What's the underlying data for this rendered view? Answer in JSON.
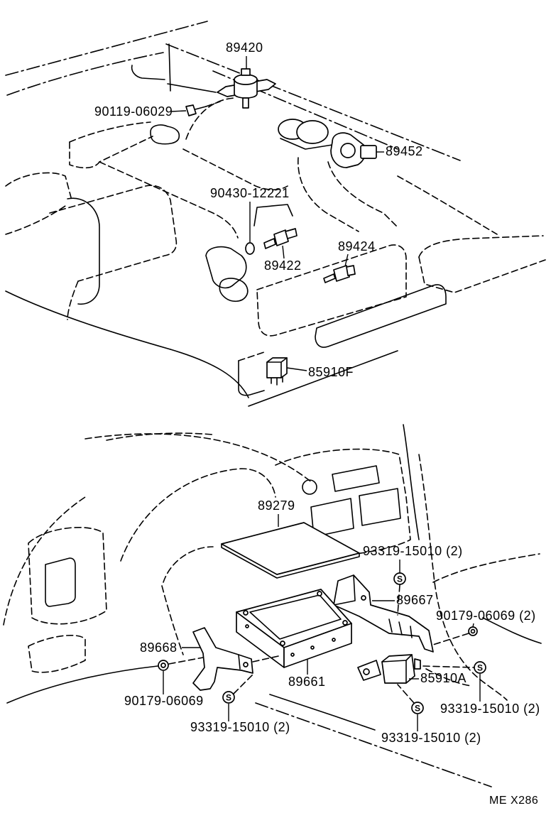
{
  "diagram": {
    "upper": {
      "p89420": "89420",
      "p90119": "90119-06029",
      "p89452": "89452",
      "p90430": "90430-12221",
      "p89424": "89424",
      "p89422": "89422",
      "p85910F": "85910F"
    },
    "lower": {
      "p89279": "89279",
      "p93319_top": "93319-15010 (2)",
      "p89667": "89667",
      "p90179_right": "90179-06069 (2)",
      "p89668": "89668",
      "p89661": "89661",
      "p85910A": "85910A",
      "p90179_left": "90179-06069",
      "p93319_right": "93319-15010 (2)",
      "p93319_bottom_left": "93319-15010 (2)",
      "p93319_bottom_mid": "93319-15010 (2)"
    },
    "stud_symbol": "S",
    "ref_code": "ME X286"
  }
}
